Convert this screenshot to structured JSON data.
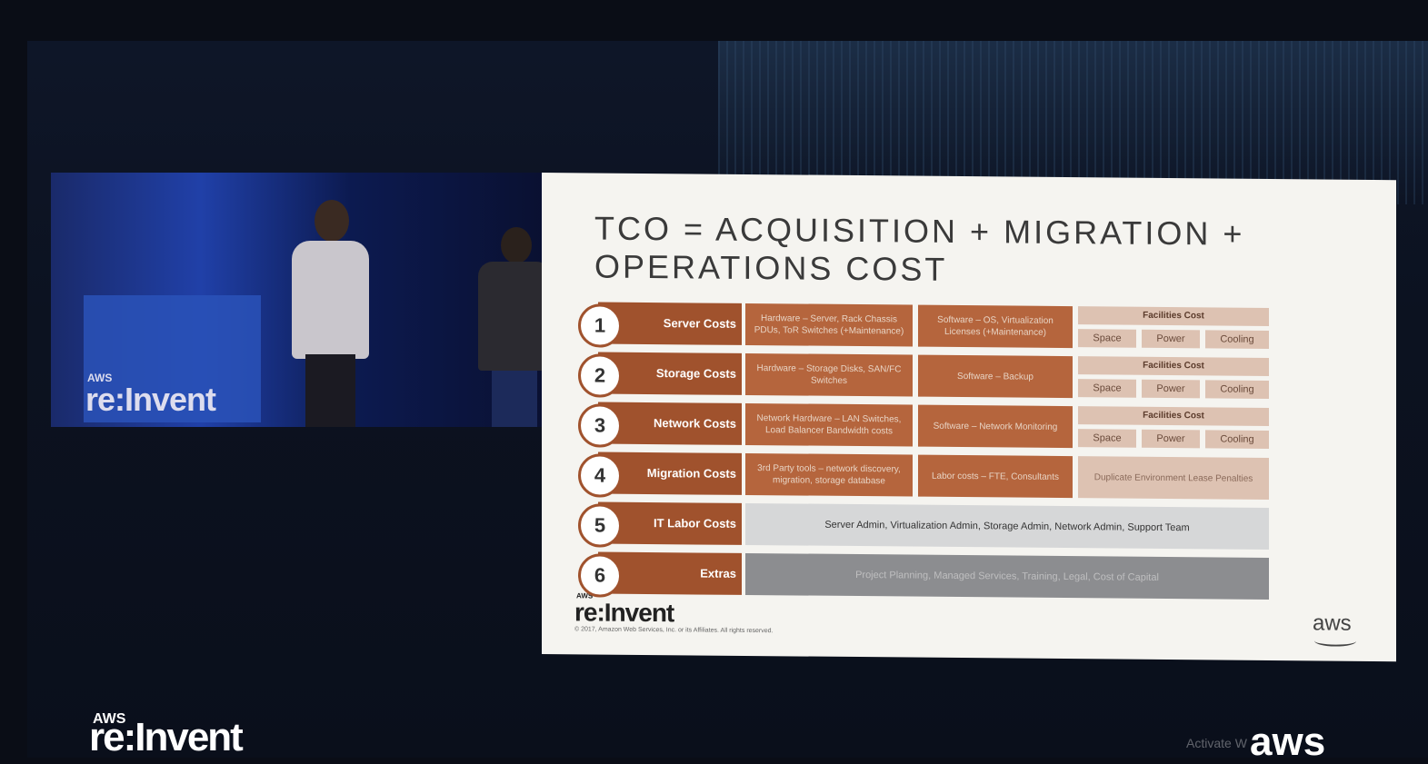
{
  "stage": {
    "logo_aws": "AWS",
    "logo_reinvent": "re:Invent"
  },
  "slide": {
    "title_line1": "TCO = ACQUISITION + MIGRATION +",
    "title_line2": "OPERATIONS COST",
    "rows": [
      {
        "num": "1",
        "label": "Server Costs",
        "c1": "Hardware – Server, Rack Chassis PDUs, ToR Switches (+Maintenance)",
        "c2": "Software – OS, Virtualization Licenses (+Maintenance)",
        "facilities": {
          "head": "Facilities Cost",
          "subs": [
            "Space",
            "Power",
            "Cooling"
          ]
        }
      },
      {
        "num": "2",
        "label": "Storage Costs",
        "c1": "Hardware – Storage Disks, SAN/FC Switches",
        "c2": "Software – Backup",
        "facilities": {
          "head": "Facilities Cost",
          "subs": [
            "Space",
            "Power",
            "Cooling"
          ]
        }
      },
      {
        "num": "3",
        "label": "Network Costs",
        "c1": "Network Hardware – LAN Switches, Load Balancer Bandwidth costs",
        "c2": "Software – Network Monitoring",
        "facilities": {
          "head": "Facilities Cost",
          "subs": [
            "Space",
            "Power",
            "Cooling"
          ]
        }
      },
      {
        "num": "4",
        "label": "Migration Costs",
        "c1": "3rd Party tools – network discovery, migration, storage database",
        "c2": "Labor costs – FTE, Consultants",
        "single": "Duplicate Environment Lease Penalties"
      },
      {
        "num": "5",
        "label": "IT Labor Costs",
        "wide": "Server Admin, Virtualization Admin, Storage Admin, Network Admin, Support Team"
      },
      {
        "num": "6",
        "label": "Extras",
        "wide": "Project Planning, Managed Services, Training, Legal, Cost of Capital"
      }
    ],
    "footer_aws": "AWS",
    "footer_reinvent": "re:Invent",
    "copyright": "© 2017, Amazon Web Services, Inc. or its Affiliates. All rights reserved.",
    "aws_logo": "aws"
  },
  "bottom": {
    "logo_aws": "AWS",
    "logo_reinvent": "re:Invent",
    "activate": "Activate W",
    "aws_logo": "aws"
  }
}
